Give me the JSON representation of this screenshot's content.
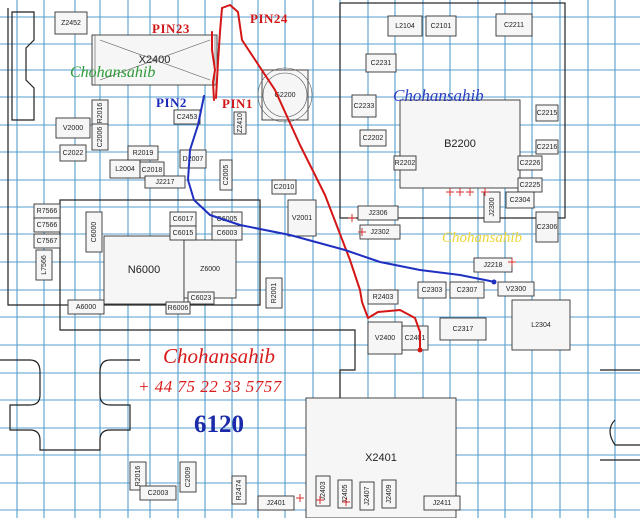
{
  "pins": {
    "pin23": "PIN23",
    "pin24": "PIN24",
    "pin2": "PIN2",
    "pin1": "PIN1"
  },
  "watermarks": {
    "top_left": "Chohansahib",
    "top_right": "Chohansahib",
    "middle_right": "Chohansahib"
  },
  "credit": {
    "name": "Chohansahib",
    "phone": "+ 44 75 22 33 5757",
    "model": "6120"
  },
  "components": [
    "Z2452",
    "X2400",
    "G2200",
    "L2104",
    "C2101",
    "C2211",
    "C2231",
    "C2233",
    "C2202",
    "V2000",
    "C2022",
    "R2016",
    "C2006",
    "L2004",
    "C2018",
    "R2019",
    "C2453",
    "Z2410",
    "D2007",
    "J2217",
    "B2200",
    "R2202",
    "C2226",
    "C2225",
    "C2215",
    "C2216",
    "C2304",
    "C2306",
    "J2306",
    "J2302",
    "J2218",
    "R7566",
    "C7566",
    "C7567",
    "L7566",
    "C6000",
    "N6000",
    "Z6000",
    "C6017",
    "C6015",
    "C6005",
    "C6003",
    "C6023",
    "R6006",
    "A6000",
    "V2001",
    "R2001",
    "R2403",
    "C2303",
    "C2307",
    "V2300",
    "C2317",
    "L2304",
    "V2400",
    "C2401",
    "X2401",
    "R2016",
    "C2009",
    "J2401",
    "J2403",
    "J2405",
    "J2407",
    "J2409",
    "J2411",
    "C2010",
    "C2005",
    "J2300",
    "R2474",
    "C2003"
  ]
}
